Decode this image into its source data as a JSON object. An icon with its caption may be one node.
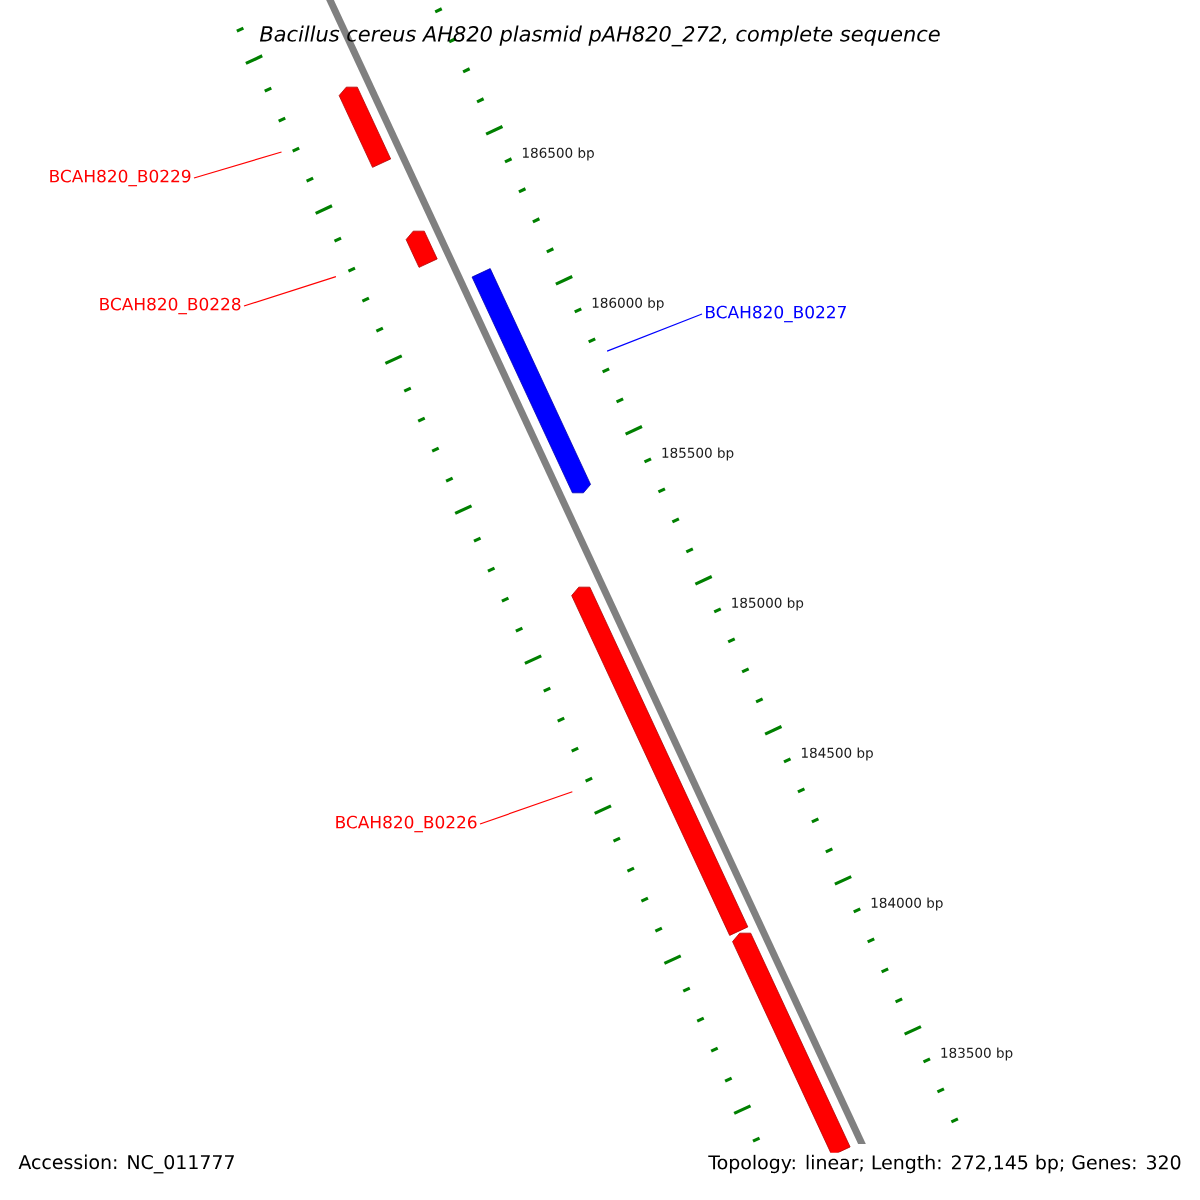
{
  "diagram": {
    "title": "Bacillus cereus AH820 plasmid pAH820_272, complete sequence",
    "nodes": [
      {
        "text": [
          "BCAH820_B0229"
        ]
      },
      {
        "text": [],
        "shape": "arrow"
      },
      {
        "text": [
          "BCAH820_B0228"
        ]
      },
      {
        "text": [],
        "shape": "arrow"
      },
      {
        "text": [
          "BCAH820_B0227"
        ]
      },
      {
        "text": [],
        "shape": "arrow"
      },
      {
        "text": [
          "BCAH820_B0226"
        ]
      },
      {
        "text": [],
        "shape": "arrow"
      },
      {
        "text": [],
        "shape": "arrow"
      }
    ],
    "edges": [
      {
        "from": 0,
        "to": 1,
        "arrow": "none"
      },
      {
        "from": 2,
        "to": 3,
        "arrow": "none"
      },
      {
        "from": 4,
        "to": 5,
        "arrow": "none",
        "color": "#0000ff"
      },
      {
        "from": 6,
        "to": 7,
        "arrow": "none"
      }
    ],
    "labels": [
      "186500 bp",
      "186000 bp",
      "185500 bp",
      "185000 bp",
      "184500 bp",
      "184000 bp",
      "183500 bp",
      "Accession: NC_011777",
      "Topology: linear; Length: 272,145 bp; Genes: 320"
    ]
  }
}
